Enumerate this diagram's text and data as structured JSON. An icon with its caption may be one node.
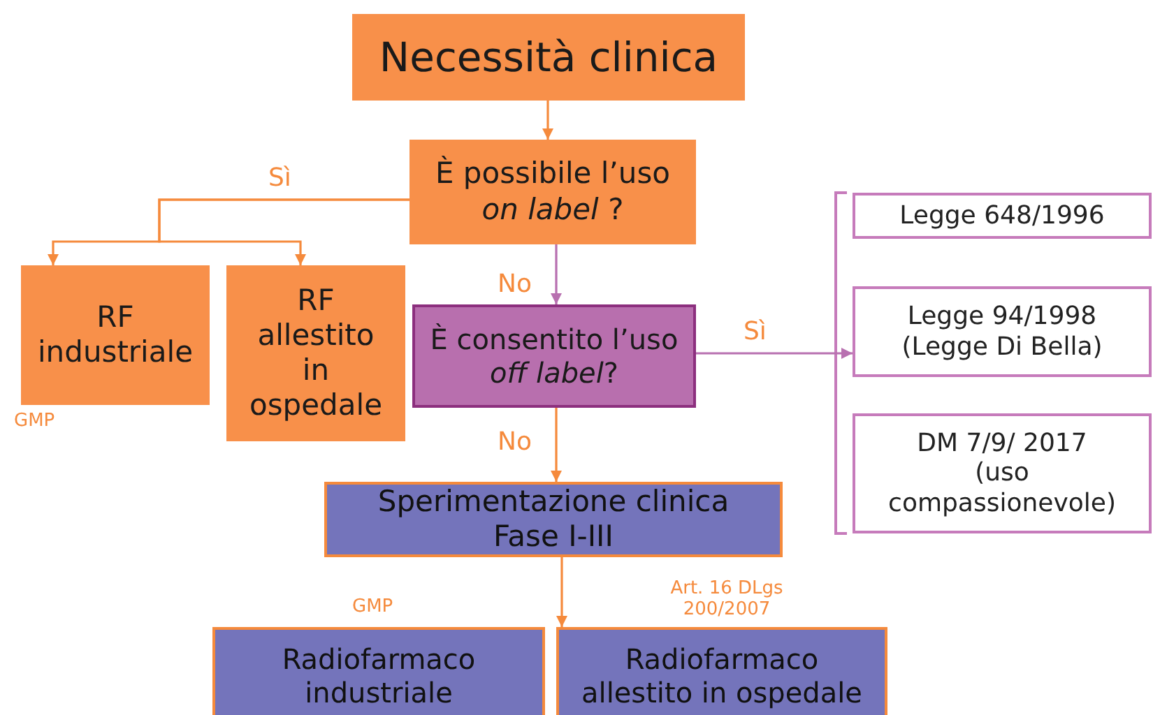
{
  "diagram": {
    "nodes": [
      {
        "text": [
          "Necessità clinica"
        ]
      },
      {
        "text": [
          "È possibile l’uso *on label* ?"
        ]
      },
      {
        "text": [
          "RF industriale"
        ],
        "beside": [
          "GMP"
        ]
      },
      {
        "text": [
          "RF allestito in ospedale"
        ]
      },
      {
        "text": [
          "È consentito l’uso *off label*?"
        ]
      },
      {
        "text": [
          "Legge 648/1996"
        ]
      },
      {
        "text": [
          "Legge 94/1998 (Legge Di Bella)"
        ]
      },
      {
        "text": [
          "DM 7/9/ 2017 (uso compassionevole)"
        ]
      },
      {
        "text": [
          "Sperimentazione clinica Fase I-III"
        ]
      },
      {
        "text": [
          "Radiofarmaco industriale"
        ],
        "beside": [
          "GMP"
        ]
      },
      {
        "text": [
          "Radiofarmaco allestito in ospedale"
        ],
        "beside": [
          "Art. 16 DLgs 200/2007"
        ]
      }
    ],
    "edges": [
      {
        "from": 0,
        "to": 1,
        "arrow": "to"
      },
      {
        "from": 1,
        "to": 2,
        "arrow": "to",
        "label": "Sì"
      },
      {
        "from": 1,
        "to": 3,
        "arrow": "to"
      },
      {
        "from": 1,
        "to": 4,
        "arrow": "to",
        "label": "No",
        "color": "#b870b0"
      },
      {
        "from": 4,
        "to": 6,
        "arrow": "to",
        "label": "Sì",
        "color": "#b870b0"
      },
      {
        "from": 4,
        "to": 8,
        "arrow": "to",
        "label": "No"
      },
      {
        "from": 8,
        "to": 10,
        "arrow": "to"
      }
    ]
  }
}
